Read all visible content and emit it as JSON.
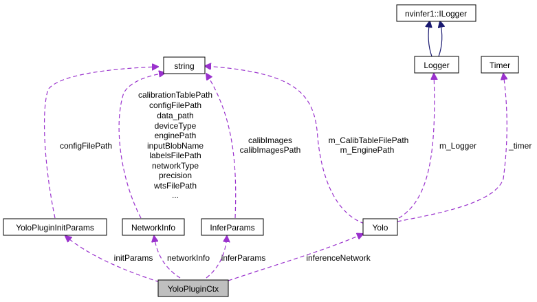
{
  "nodes": {
    "ilogger": "nvinfer1::ILogger",
    "string": "string",
    "logger": "Logger",
    "timer": "Timer",
    "yolo_plugin_init_params": "YoloPluginInitParams",
    "network_info": "NetworkInfo",
    "infer_params": "InferParams",
    "yolo": "Yolo",
    "yolo_plugin_ctx": "YoloPluginCtx"
  },
  "edge_labels": {
    "config_file_path": "configFilePath",
    "network_info_members": [
      "calibrationTablePath",
      "configFilePath",
      "data_path",
      "deviceType",
      "enginePath",
      "inputBlobName",
      "labelsFilePath",
      "networkType",
      "precision",
      "wtsFilePath",
      "..."
    ],
    "infer_params_members": [
      "calibImages",
      "calibImagesPath"
    ],
    "yolo_string_members": [
      "m_CalibTableFilePath",
      "m_EnginePath"
    ],
    "m_logger": "m_Logger",
    "timer": "_timer",
    "init_params": "initParams",
    "network_info": "networkInfo",
    "infer_params": "inferParams",
    "inference_network": "inferenceNetwork"
  },
  "colors": {
    "dependency_edge": "#9a32cd",
    "inheritance_edge": "#191970",
    "highlighted_node": "#bfbfbf"
  }
}
